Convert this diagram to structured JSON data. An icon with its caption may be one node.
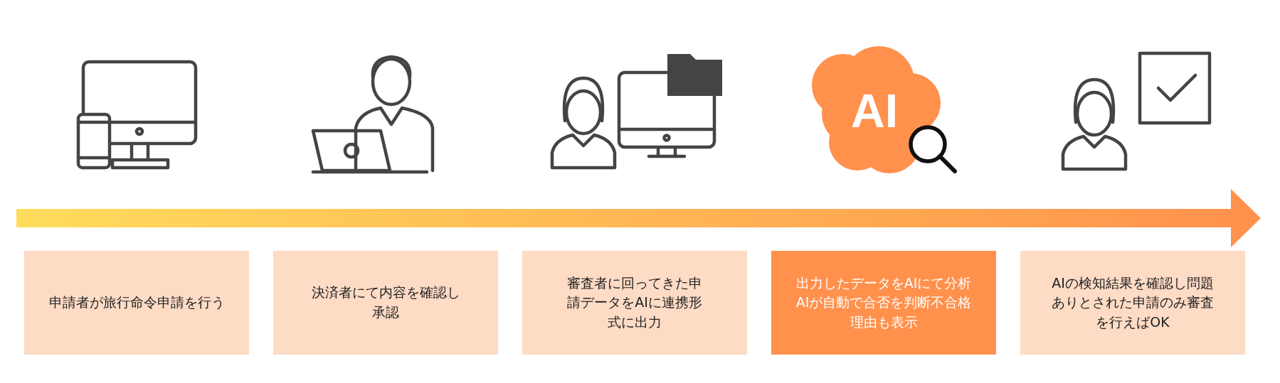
{
  "diagram": {
    "nodes": [
      {
        "text": [
          "申請者が旅行命令申請を行う"
        ]
      },
      {
        "text": [
          "決済者にて内容を確認し承認"
        ]
      },
      {
        "text": [
          "審査者に回ってきた申請データをAIに連携形式に出力"
        ]
      },
      {
        "text": [
          "出力したデータをAIにて分析AIが自動で合否を判断不合格理由も表示"
        ]
      },
      {
        "text": [
          "AIの検知結果を確認し問題ありとされた申請のみ審査を行えばOK"
        ]
      }
    ],
    "labels": [
      "AI"
    ]
  }
}
